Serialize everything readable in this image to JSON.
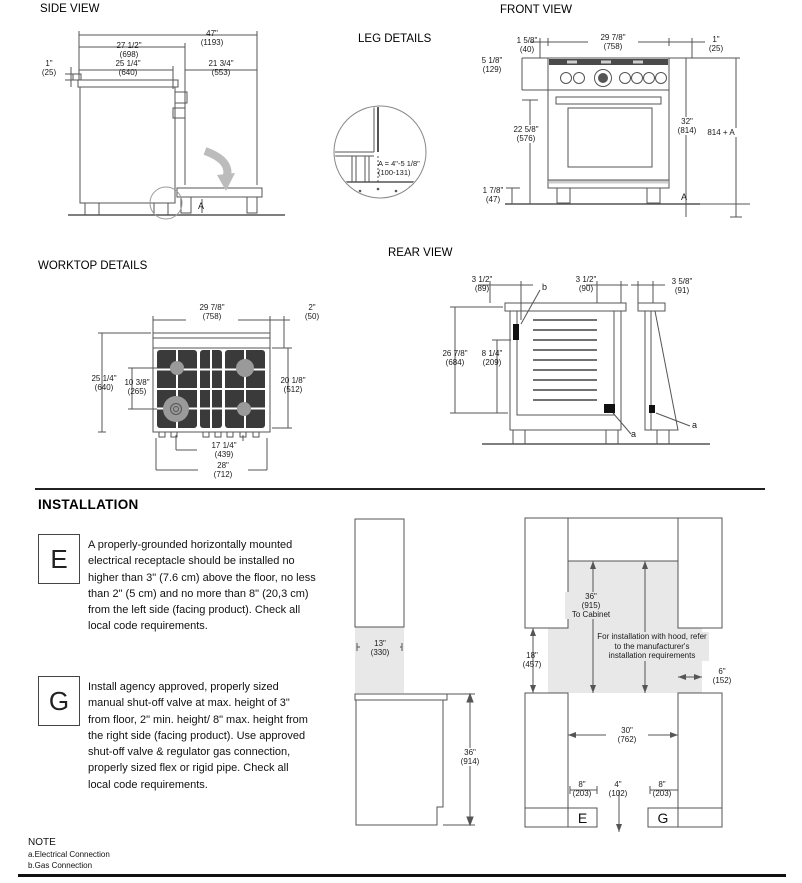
{
  "side_view": {
    "title": "SIDE VIEW",
    "dims": {
      "d47": {
        "in": "47\"",
        "mm": "(1193)"
      },
      "d27": {
        "in": "27 1/2\"",
        "mm": "(698)"
      },
      "d25": {
        "in": "25 1/4\"",
        "mm": "(640)"
      },
      "d1": {
        "in": "1\"",
        "mm": "(25)"
      },
      "d21": {
        "in": "21 3/4\"",
        "mm": "(553)"
      },
      "a_label": "A"
    }
  },
  "leg_details": {
    "title": "LEG DETAILS",
    "formula_line1": "A = 4\"-5 1/8\"",
    "formula_line2": "(100-131)"
  },
  "front_view": {
    "title": "FRONT VIEW",
    "dims": {
      "d158": {
        "in": "1 5/8\"",
        "mm": "(40)"
      },
      "d2978": {
        "in": "29 7/8\"",
        "mm": "(758)"
      },
      "d1": {
        "in": "1\"",
        "mm": "(25)"
      },
      "d518": {
        "in": "5 1/8\"",
        "mm": "(129)"
      },
      "d2258": {
        "in": "22 5/8\"",
        "mm": "(576)"
      },
      "d32": {
        "in": "32\"",
        "mm": "(814)"
      },
      "d814a": "814 + A",
      "d178": {
        "in": "1 7/8\"",
        "mm": "(47)"
      },
      "a_label": "A"
    }
  },
  "rear_view": {
    "title": "REAR VIEW",
    "dims": {
      "d312l": {
        "in": "3 1/2\"",
        "mm": "(89)"
      },
      "d312r": {
        "in": "3 1/2\"",
        "mm": "(90)"
      },
      "d358": {
        "in": "3 5/8\"",
        "mm": "(91)"
      },
      "d2678": {
        "in": "26 7/8\"",
        "mm": "(684)"
      },
      "d814": {
        "in": "8 1/4\"",
        "mm": "(209)"
      },
      "marker_a": "a",
      "marker_b": "b"
    }
  },
  "worktop": {
    "title": "WORKTOP DETAILS",
    "dims": {
      "d2978": {
        "in": "29 7/8\"",
        "mm": "(758)"
      },
      "d2": {
        "in": "2\"",
        "mm": "(50)"
      },
      "d2514": {
        "in": "25 1/4\"",
        "mm": "(640)"
      },
      "d1038": {
        "in": "10 3/8\"",
        "mm": "(265)"
      },
      "d2018": {
        "in": "20 1/8\"",
        "mm": "(512)"
      },
      "d1714": {
        "in": "17 1/4\"",
        "mm": "(439)"
      },
      "d28": {
        "in": "28\"",
        "mm": "(712)"
      }
    }
  },
  "installation": {
    "heading": "INSTALLATION",
    "e_label": "E",
    "e_text": "A properly-grounded horizontally mounted electrical receptacle should be installed no higher than 3\" (7.6 cm) above the floor, no less than 2\" (5 cm) and no more than 8\" (20,3 cm) from the left side (facing product). Check all local code requirements.",
    "g_label": "G",
    "g_text": "Install agency approved, properly sized manual shut-off valve at max. height of 3\" from floor, 2\" min. height/ 8\" max. height from the right side (facing product). Use approved shut-off valve & regulator gas connection, properly sized flex or rigid pipe. Check all local code requirements."
  },
  "install_side": {
    "d13": {
      "in": "13\"",
      "mm": "(330)"
    },
    "d36": {
      "in": "36\"",
      "mm": "(914)"
    }
  },
  "install_front": {
    "d36cab": {
      "in": "36\"",
      "mm": "(915)",
      "suffix": "To Cabinet"
    },
    "d18": {
      "in": "18\"",
      "mm": "(457)"
    },
    "hood_note": "For installation with hood, refer to the manufacturer's installation requirements",
    "d6": {
      "in": "6\"",
      "mm": "(152)"
    },
    "d30": {
      "in": "30\"",
      "mm": "(762)"
    },
    "d8l": {
      "in": "8\"",
      "mm": "(203)"
    },
    "d4": {
      "in": "4\"",
      "mm": "(102)"
    },
    "d8r": {
      "in": "8\"",
      "mm": "(203)"
    },
    "e_label": "E",
    "g_label": "G"
  },
  "note": {
    "heading": "NOTE",
    "items": [
      "a.Electrical Connection",
      "b.Gas Connection"
    ]
  }
}
